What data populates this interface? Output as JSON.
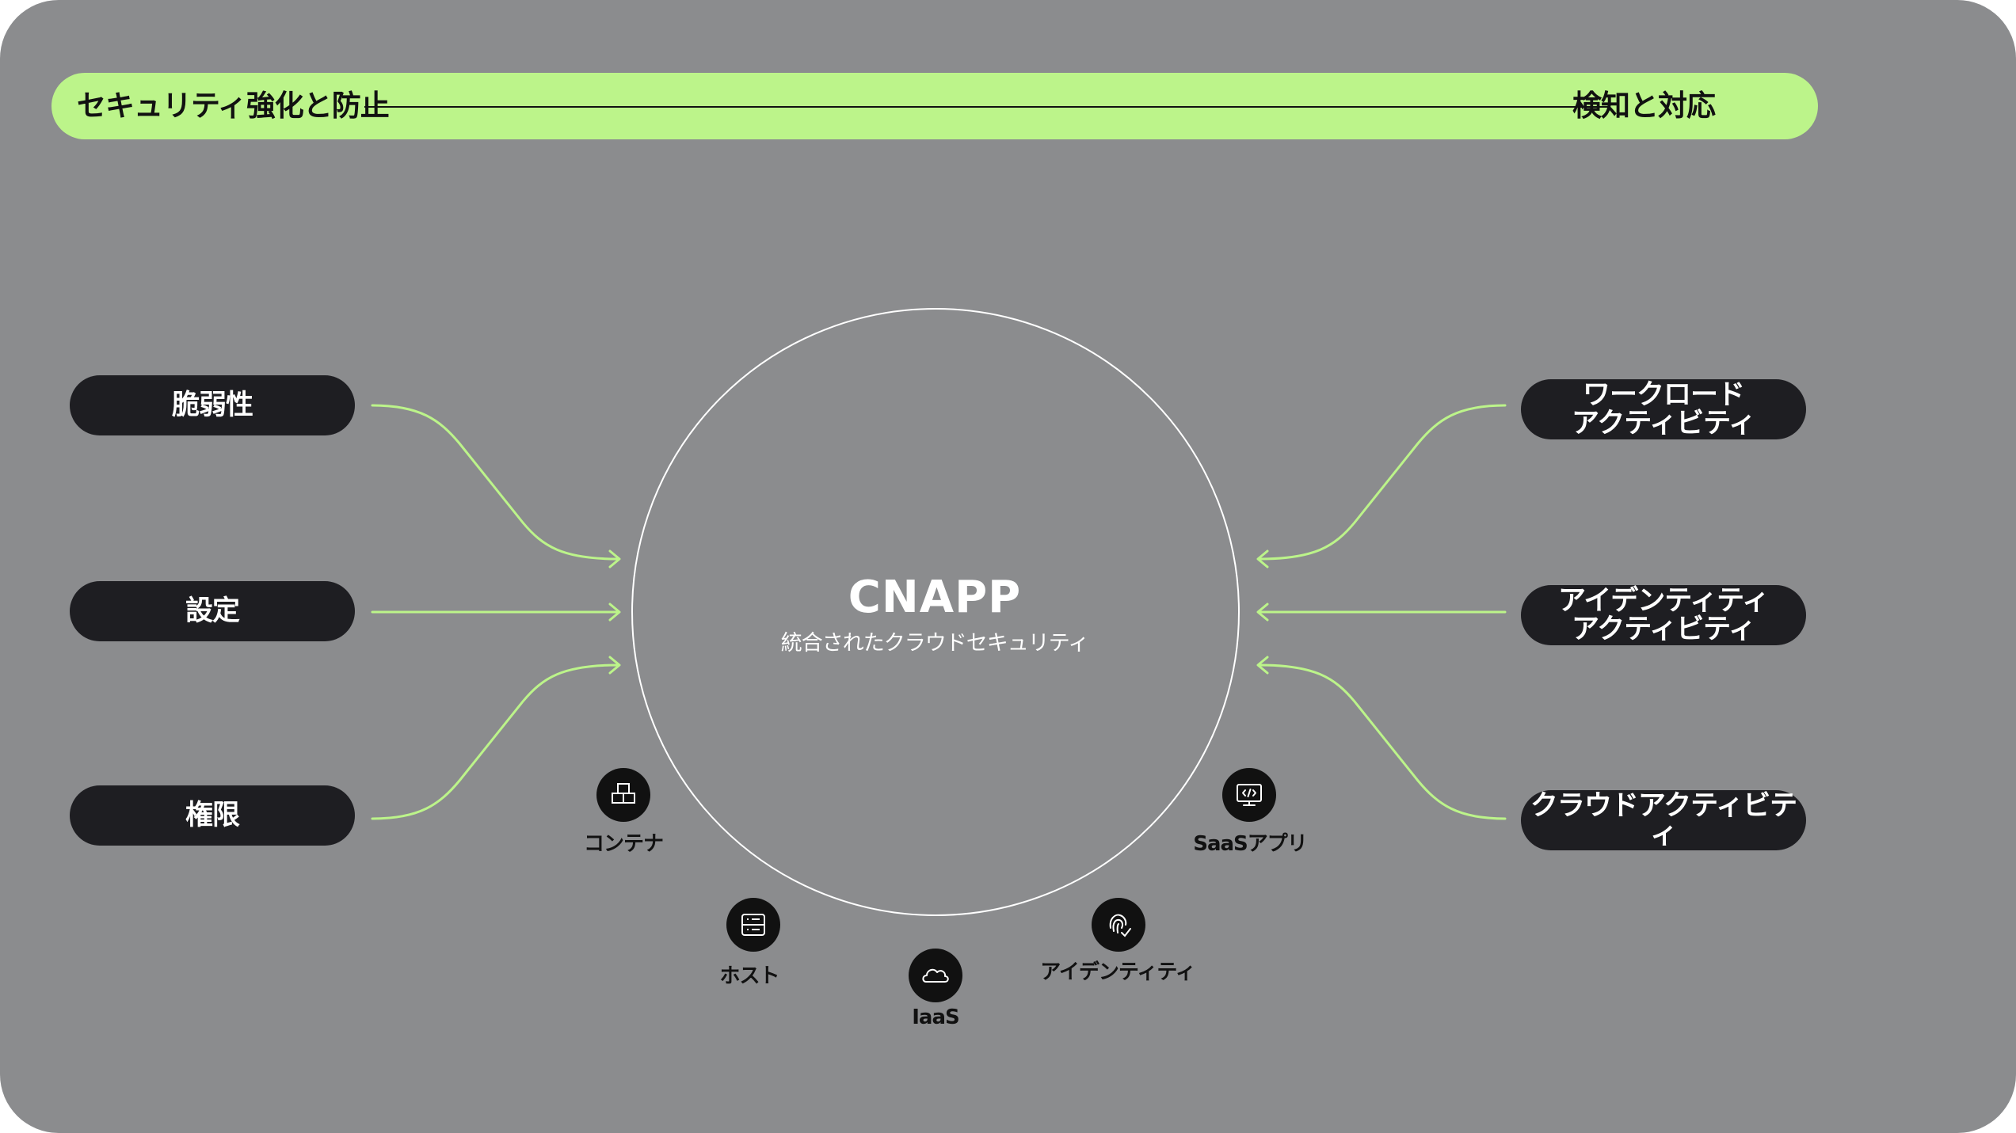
{
  "banner": {
    "left_label": "セキュリティ強化と防止",
    "right_label": "検知と対応"
  },
  "center": {
    "title": "CNAPP",
    "subtitle": "統合されたクラウドセキュリティ"
  },
  "left_items": [
    "脆弱性",
    "設定",
    "権限"
  ],
  "right_items": [
    {
      "line1": "ワークロード",
      "line2": "アクティビティ"
    },
    {
      "line1": "アイデンティティ",
      "line2": "アクティビティ"
    },
    {
      "line1": "クラウドアクティビティ",
      "line2": ""
    }
  ],
  "icons": [
    {
      "label": "コンテナ",
      "icon": "container-icon"
    },
    {
      "label": "ホスト",
      "icon": "host-icon"
    },
    {
      "label": "IaaS",
      "icon": "cloud-icon"
    },
    {
      "label": "アイデンティティ",
      "icon": "fingerprint-icon"
    },
    {
      "label": "SaaSアプリ",
      "icon": "monitor-code-icon"
    }
  ],
  "colors": {
    "background": "#8b8c8e",
    "accent": "#bcf48a",
    "pill": "#1e1e22",
    "circle_stroke": "#ffffff"
  }
}
